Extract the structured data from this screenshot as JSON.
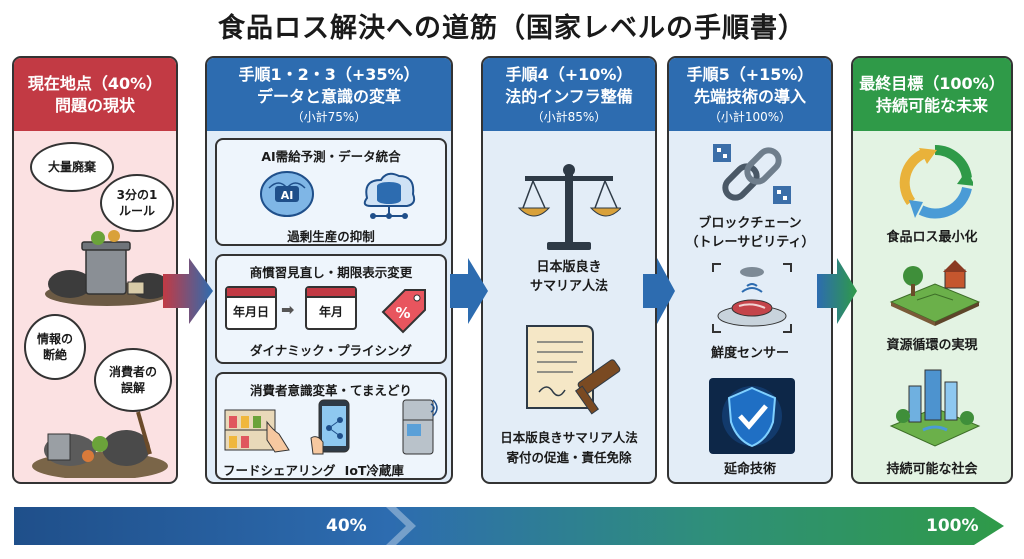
{
  "title": "食品ロス解決への道筋（国家レベルの手順書）",
  "columns": [
    {
      "id": "c1",
      "header1": "現在地点（40%）",
      "header2": "問題の現状",
      "subtotal": ""
    },
    {
      "id": "c2",
      "header1": "手順1・2・3（+35%）",
      "header2": "データと意識の変革",
      "subtotal": "（小計75%）"
    },
    {
      "id": "c3",
      "header1": "手順4（+10%）",
      "header2": "法的インフラ整備",
      "subtotal": "（小計85%）"
    },
    {
      "id": "c4",
      "header1": "手順5（+15%）",
      "header2": "先端技術の導入",
      "subtotal": "（小計100%）"
    },
    {
      "id": "c5",
      "header1": "最終目標（100%）",
      "header2": "持続可能な未来",
      "subtotal": ""
    }
  ],
  "problem": {
    "bubble_waste": "大量廃棄",
    "bubble_rule_1": "3分の1",
    "bubble_rule_2": "ルール",
    "bubble_info_1": "情報の",
    "bubble_info_2": "断絶",
    "bubble_consumer_1": "消費者の",
    "bubble_consumer_2": "誤解"
  },
  "steps123": {
    "box1_title": "AI需給予測・データ統合",
    "box1_caption": "過剰生産の抑制",
    "box1_ai": "AI",
    "box2_title": "商慣習見直し・期限表示変更",
    "box2_cal1": "年月日",
    "box2_cal2": "年月",
    "box2_tag": "%",
    "box2_caption": "ダイナミック・プライシング",
    "box3_title": "消費者意識変革・てまえどり",
    "box3_caption1": "フードシェアリング",
    "box3_caption2": "IoT冷蔵庫"
  },
  "step4": {
    "law_1": "日本版良き",
    "law_2": "サマリア人法",
    "caption_1": "日本版良きサマリア人法",
    "caption_2": "寄付の促進・責任免除"
  },
  "step5": {
    "blockchain_1": "ブロックチェーン",
    "blockchain_2": "（トレーサビリティ）",
    "sensor": "鮮度センサー",
    "preserve": "延命技術"
  },
  "goal": {
    "item1": "食品ロス最小化",
    "item2": "資源循環の実現",
    "item3": "持続可能な社会"
  },
  "progress": {
    "label_mid": "40%",
    "label_end": "100%",
    "mid_value_percent": 40,
    "end_value_percent": 100
  },
  "colors": {
    "problem_red": "#c23a44",
    "step_blue": "#2d6cb0",
    "goal_green": "#2f9a48"
  }
}
